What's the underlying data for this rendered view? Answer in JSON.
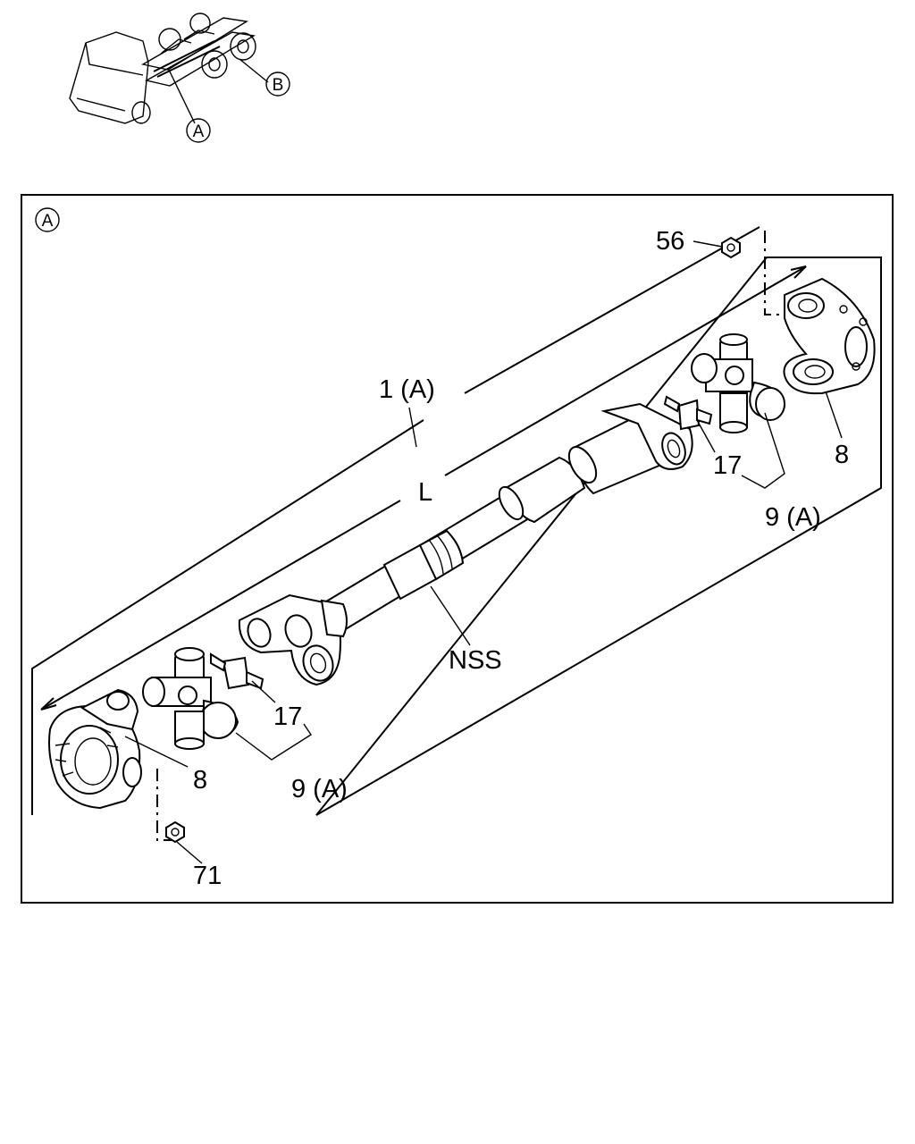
{
  "thumbnail": {
    "callout_a": "A",
    "callout_b": "B"
  },
  "detail": {
    "view_marker": "A",
    "labels": {
      "nut_top": "56",
      "nut_bottom": "71",
      "shaft_assembly": "1 (A)",
      "length": "L",
      "shaft_body": "NSS",
      "yoke_right": "8",
      "yoke_left": "8",
      "grease_nipple_right": "17",
      "grease_nipple_left": "17",
      "spider_kit_right": "9 (A)",
      "spider_kit_left": "9 (A)"
    }
  }
}
